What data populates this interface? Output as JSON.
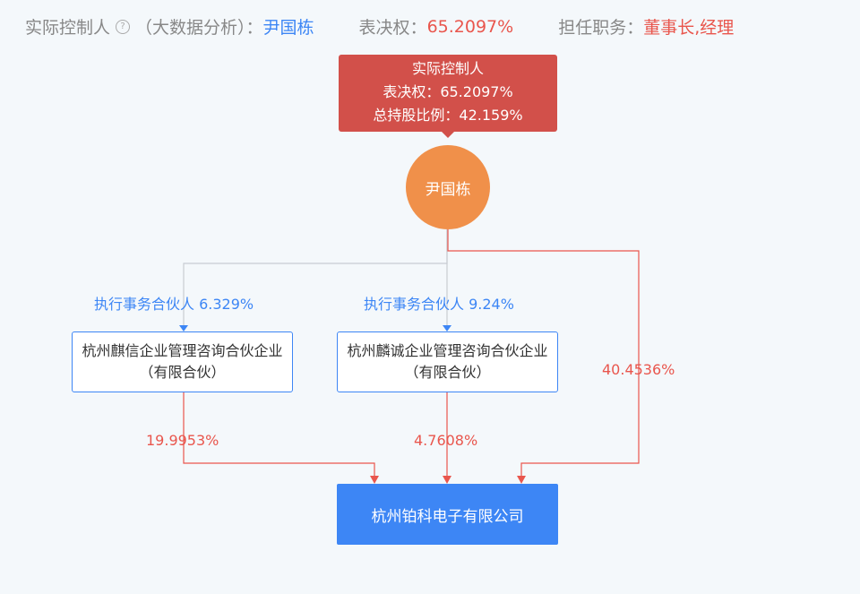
{
  "header": {
    "controller_label": "实际控制人",
    "analysis_note": "（大数据分析）：",
    "controller_name": "尹国栋",
    "voting_label": "表决权：",
    "voting_value": "65.2097%",
    "position_label": "担任职务：",
    "position_value": "董事长,经理"
  },
  "tooltip": {
    "title": "实际控制人",
    "voting": "表决权：65.2097%",
    "holding": "总持股比例：42.159%"
  },
  "person": "尹国栋",
  "edges": {
    "to_left": "执行事务合伙人 6.329%",
    "to_mid": "执行事务合伙人 9.24%",
    "direct": "40.4536%",
    "left_to_target": "19.9953%",
    "mid_to_target": "4.7608%"
  },
  "nodes": {
    "left": "杭州麒信企业管理咨询合伙企业（有限合伙）",
    "mid": "杭州麟诚企业管理咨询合伙企业（有限合伙）",
    "target": "杭州铂科电子有限公司"
  },
  "colors": {
    "blue": "#3d86f5",
    "red": "#e9564d",
    "orange": "#f0904a",
    "tooltip": "#d2504a"
  }
}
